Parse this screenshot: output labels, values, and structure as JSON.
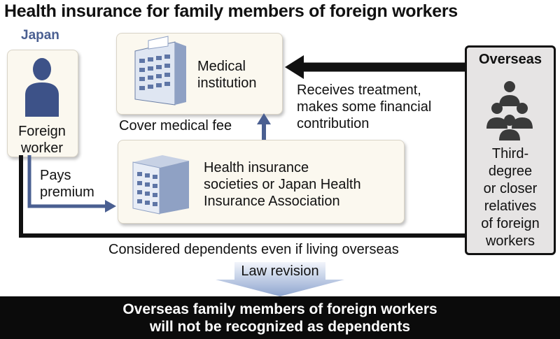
{
  "title": "Health insurance for family members of foreign workers",
  "japan_label": "Japan",
  "foreign_worker": [
    "Foreign",
    "worker"
  ],
  "medical": [
    "Medical",
    "institution"
  ],
  "cover_fee": "Cover medical fee",
  "receives": [
    "Receives treatment,",
    "makes some financial",
    "contribution"
  ],
  "pays": [
    "Pays",
    "premium"
  ],
  "insurer": [
    "Health insurance",
    "societies or Japan Health",
    "Insurance Association"
  ],
  "overseas_title": "Overseas",
  "relatives": [
    "Third-",
    "degree",
    "or closer",
    "relatives",
    "of foreign",
    "workers"
  ],
  "dependents_note": "Considered dependents even if living overseas",
  "law_revision": "Law revision",
  "conclusion": [
    "Overseas family members of foreign workers",
    "will not be recognized as dependents"
  ],
  "colors": {
    "accent": "#4a5f91",
    "box_bg": "#fbf8ef",
    "overseas_bg": "#e6e4e4",
    "bar_bg": "#0b0b0b"
  }
}
